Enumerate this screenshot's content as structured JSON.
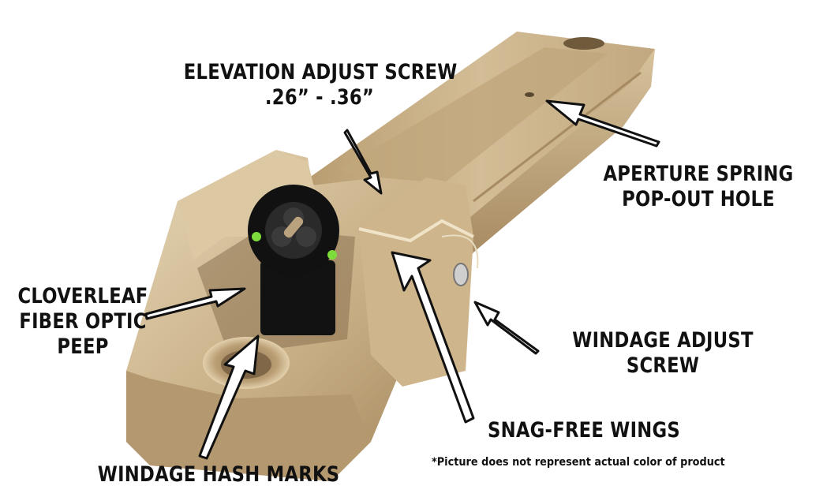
{
  "labels": {
    "elevation_title": "ELEVATION ADJUST SCREW",
    "elevation_range": ".26” - .36”",
    "aperture_line1": "APERTURE SPRING",
    "aperture_line2": "POP-OUT HOLE",
    "cloverleaf_line1": "CLOVERLEAF",
    "cloverleaf_line2": "FIBER OPTIC",
    "cloverleaf_line3": "PEEP",
    "windage_screw_line1": "WINDAGE ADJUST",
    "windage_screw_line2": "SCREW",
    "snag_free": "SNAG-FREE WINGS",
    "hash_marks": "WINDAGE HASH MARKS"
  },
  "disclaimer": "*Picture does not represent actual color of product",
  "colors": {
    "background": "#ffffff",
    "body_tan": "#c9b189",
    "body_shadow": "#8f7652",
    "peep_black": "#111111",
    "fiber_green": "#7ddc3a",
    "text": "#111111"
  },
  "icons": [
    "arrow-icon"
  ]
}
